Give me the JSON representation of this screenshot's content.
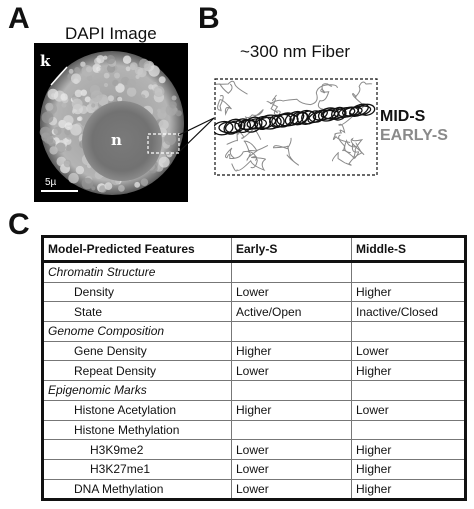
{
  "panels": {
    "a": "A",
    "b": "B",
    "c": "C"
  },
  "dapi": {
    "title": "DAPI Image",
    "label_k": "k",
    "label_n": "n",
    "scale": "5µ"
  },
  "fiber": {
    "title": "~300 nm Fiber",
    "mid_label": "MID-S",
    "early_label": "EARLY-S",
    "colors": {
      "mid": "#111111",
      "early": "#8a8a8a"
    }
  },
  "table": {
    "headers": [
      "Model-Predicted Features",
      "Early-S",
      "Middle-S"
    ],
    "rows": [
      {
        "kind": "category",
        "cells": [
          "Chromatin Structure",
          "",
          ""
        ]
      },
      {
        "kind": "item",
        "cells": [
          "Density",
          "Lower",
          "Higher"
        ]
      },
      {
        "kind": "item",
        "cells": [
          "State",
          "Active/Open",
          "Inactive/Closed"
        ]
      },
      {
        "kind": "category",
        "cells": [
          "Genome Composition",
          "",
          ""
        ]
      },
      {
        "kind": "item",
        "cells": [
          "Gene Density",
          "Higher",
          "Lower"
        ]
      },
      {
        "kind": "item",
        "cells": [
          "Repeat Density",
          "Lower",
          "Higher"
        ]
      },
      {
        "kind": "category",
        "cells": [
          "Epigenomic Marks",
          "",
          ""
        ]
      },
      {
        "kind": "item",
        "cells": [
          "Histone Acetylation",
          "Higher",
          "Lower"
        ]
      },
      {
        "kind": "item",
        "cells": [
          "Histone Methylation",
          "",
          ""
        ]
      },
      {
        "kind": "subitem",
        "cells": [
          "H3K9me2",
          "Lower",
          "Higher"
        ]
      },
      {
        "kind": "subitem",
        "cells": [
          "H3K27me1",
          "Lower",
          "Higher"
        ]
      },
      {
        "kind": "item",
        "cells": [
          "DNA Methylation",
          "Lower",
          "Higher"
        ]
      }
    ]
  }
}
